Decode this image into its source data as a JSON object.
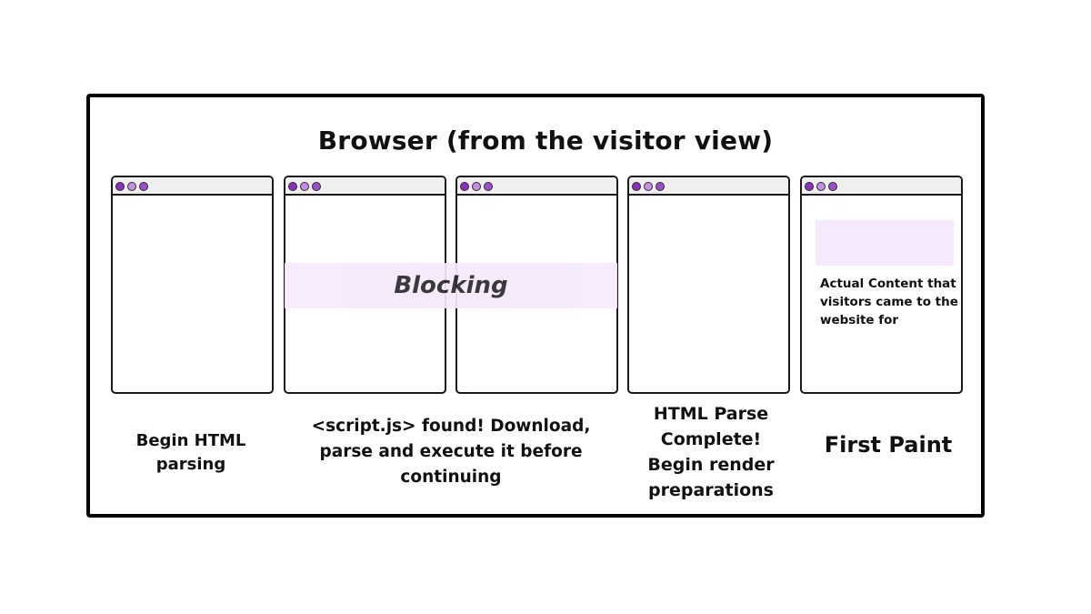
{
  "title": "Browser (from the visitor view)",
  "blocking_label": "Blocking",
  "content_text": "Actual Content that visitors came to the website for",
  "captions": {
    "step1": "Begin HTML parsing",
    "step2": "<script.js> found! Download, parse and execute it before continuing",
    "step3": "HTML Parse Complete! Begin render preparations",
    "step4": "First Paint"
  },
  "colors": {
    "frame_border": "#000000",
    "highlight": "#f6e9fd",
    "title_bar": "#efefef",
    "dot_purple": "#8e2fc4",
    "dot_light": "#c58ee8"
  },
  "windows": [
    {
      "name": "browser-window-1"
    },
    {
      "name": "browser-window-2"
    },
    {
      "name": "browser-window-3"
    },
    {
      "name": "browser-window-4"
    },
    {
      "name": "browser-window-5"
    }
  ]
}
